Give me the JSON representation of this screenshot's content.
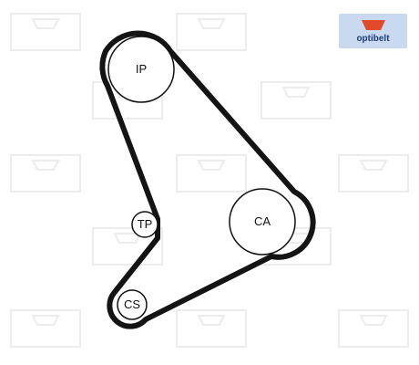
{
  "brand": {
    "logo_text": "optibelt",
    "colors": {
      "logo_bg": "#c9d9ef",
      "logo_mark": "#e14a2b",
      "logo_text": "#1e3f7a",
      "watermark": "#ececec",
      "belt": "#141414",
      "pulley_stroke": "#111111"
    }
  },
  "diagram": {
    "pulleys": [
      {
        "id": "IP",
        "label": "IP"
      },
      {
        "id": "TP",
        "label": "TP"
      },
      {
        "id": "CS",
        "label": "CS"
      },
      {
        "id": "CA",
        "label": "CA"
      }
    ]
  }
}
